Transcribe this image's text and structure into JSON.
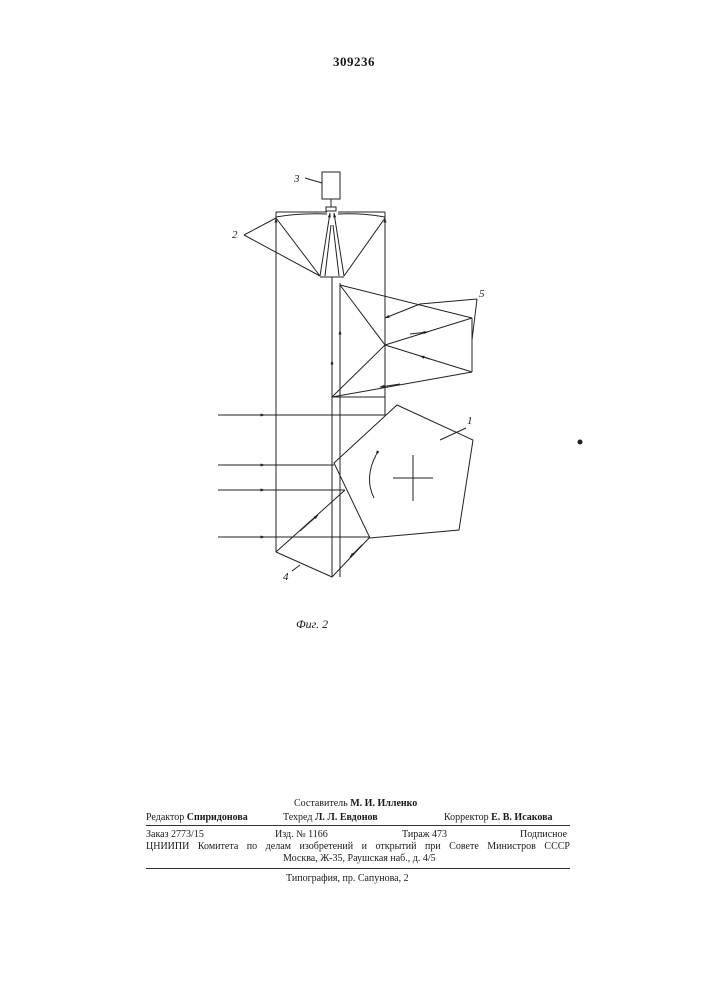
{
  "page_number": "309236",
  "figure": {
    "labels": {
      "one": "1",
      "two": "2",
      "three": "3",
      "four": "4",
      "five": "5"
    },
    "caption": "Фиг. 2"
  },
  "imprint": {
    "compiler": {
      "prefix": "Составитель",
      "name": "М. И. Илленко"
    },
    "editor": {
      "prefix": "Редактор",
      "name": "Спиридонова"
    },
    "tech_editor": {
      "prefix": "Техред",
      "name": "Л. Л. Евдонов"
    },
    "proofreader": {
      "prefix": "Корректор",
      "name": "Е. В. Исакова"
    },
    "order": "Заказ 2773/15",
    "edition": "Изд. № 1166",
    "circulation": "Тираж 473",
    "subscription": "Подписное",
    "org_line": "ЦНИИПИ Комитета по делам изобретений и открытий при Совете Министров СССР",
    "address": "Москва, Ж-35, Раушская наб., д. 4/5",
    "printing_house": "Типография, пр. Сапунова, 2"
  }
}
